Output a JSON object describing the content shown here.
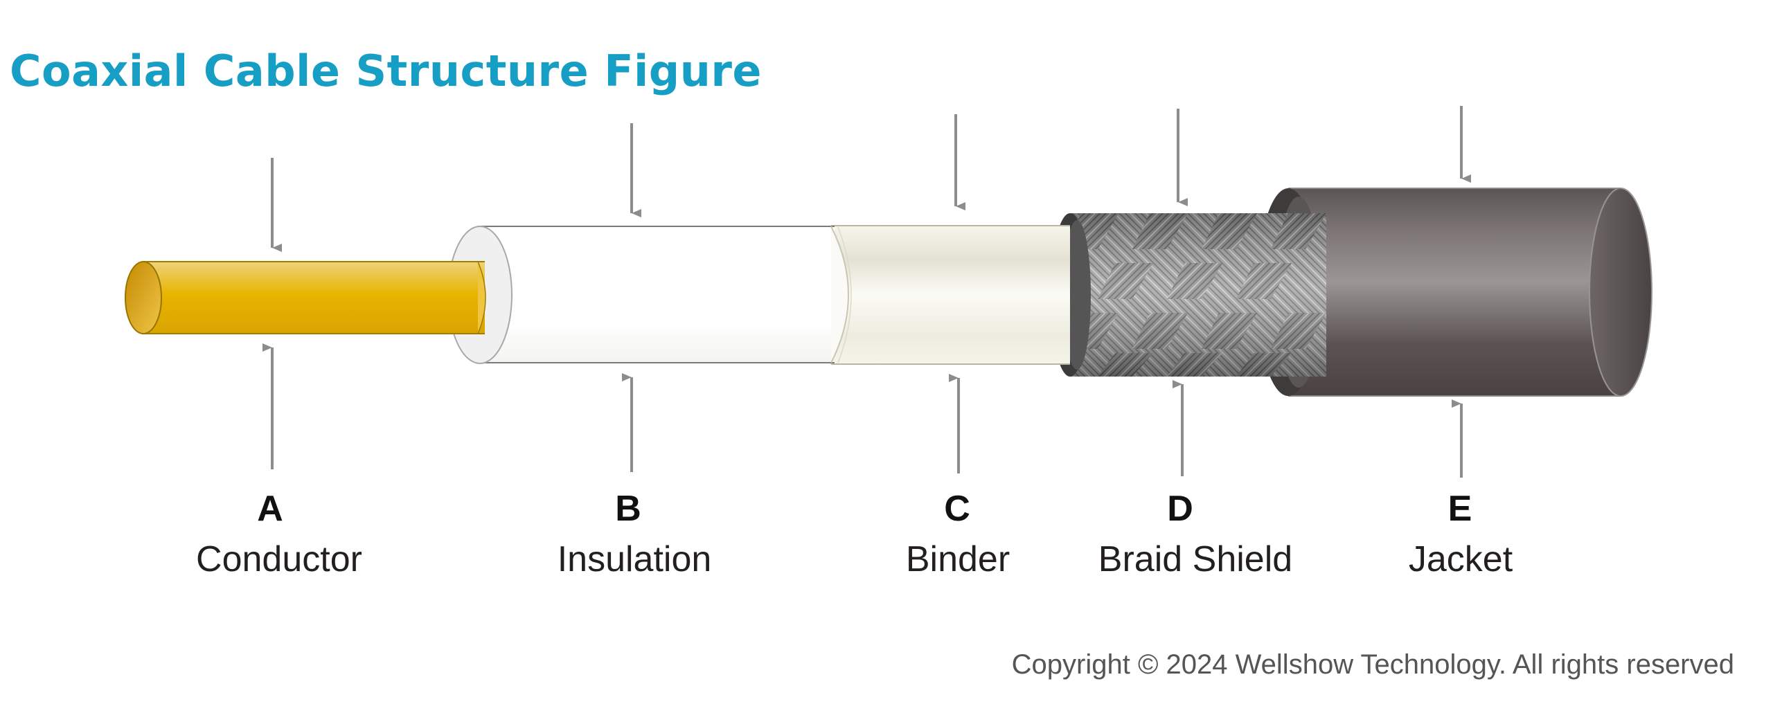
{
  "title": "Coaxial Cable Structure Figure",
  "colors": {
    "title": "#169ec4",
    "conductor": "#e8b400",
    "insulation": "#ffffff",
    "binder": "#efeee0",
    "braid": "#8a8a8a",
    "jacket": "#4e4646",
    "arrow": "#8c8c8c"
  },
  "layers": [
    {
      "letter": "A",
      "name": "Conductor"
    },
    {
      "letter": "B",
      "name": "Insulation"
    },
    {
      "letter": "C",
      "name": "Binder"
    },
    {
      "letter": "D",
      "name": "Braid Shield"
    },
    {
      "letter": "E",
      "name": "Jacket"
    }
  ],
  "copyright": "Copyright © 2024 Wellshow Technology. All rights reserved"
}
